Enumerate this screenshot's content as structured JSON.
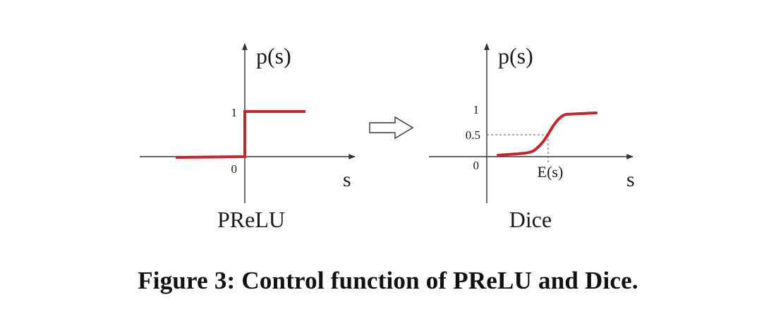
{
  "caption": "Figure 3: Control function of PReLU and Dice.",
  "colors": {
    "curve": "#c1272d",
    "axis": "#333333"
  },
  "icons": {
    "transition": "hollow-right-arrow-icon"
  },
  "panels": [
    {
      "title": "PReLU",
      "ylabel": "p(s)",
      "xlabel": "s",
      "yticks": [
        "1",
        "0"
      ]
    },
    {
      "title": "Dice",
      "ylabel": "p(s)",
      "xlabel": "s",
      "yticks": [
        "1",
        "0.5",
        "0"
      ],
      "xmark": "E(s)"
    }
  ]
}
